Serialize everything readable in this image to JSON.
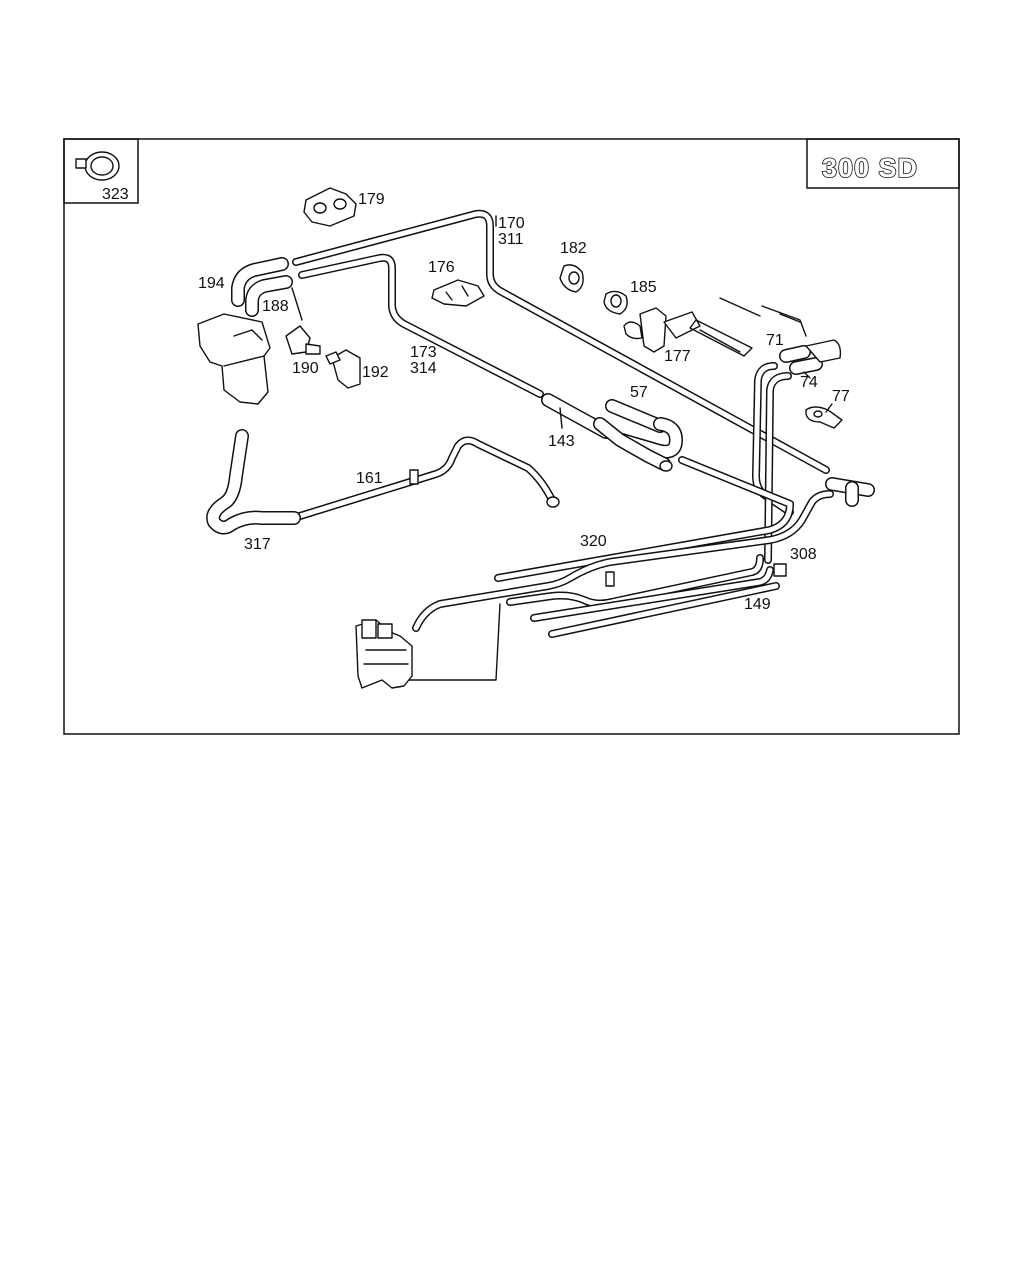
{
  "model_badge": "300 SD",
  "inset_part": "323",
  "callouts": {
    "p179": "179",
    "p170": "170",
    "p311": "311",
    "p182": "182",
    "p176": "176",
    "p185": "185",
    "p194": "194",
    "p188": "188",
    "p177": "177",
    "p71": "71",
    "p173": "173",
    "p314": "314",
    "p190": "190",
    "p192": "192",
    "p74": "74",
    "p77": "77",
    "p57": "57",
    "p143": "143",
    "p161": "161",
    "p317": "317",
    "p320": "320",
    "p308": "308",
    "p149": "149"
  }
}
